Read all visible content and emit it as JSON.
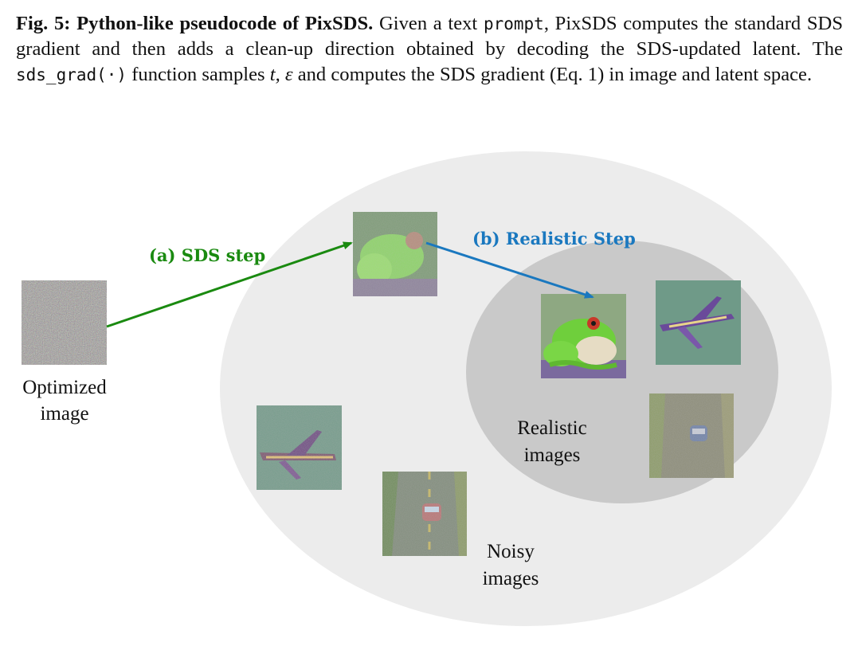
{
  "caption": {
    "fig_label": "Fig. 5:",
    "title": "Python-like pseudocode of PixSDS.",
    "part1": "Given a text",
    "code_prompt": "prompt",
    "part2": ", PixSDS computes the standard SDS gradient and then adds a clean-up direction obtained by decoding the SDS-updated latent. The",
    "code_fn": "sds_grad(·)",
    "part3": "function samples",
    "math_vars": "t, ε",
    "part4": "and computes the SDS gradient (Eq. 1) in image and latent space."
  },
  "figure": {
    "step_a": "(a) SDS step",
    "step_b": "(b) Realistic Step",
    "optimized_line1": "Optimized",
    "optimized_line2": "image",
    "realistic_line1": "Realistic",
    "realistic_line2": "images",
    "noisy_line1": "Noisy",
    "noisy_line2": "images"
  },
  "colors": {
    "outer_region": "#ececec",
    "inner_region": "#c9c9c9",
    "sds_arrow": "#1a8a10",
    "realistic_arrow": "#1a78bf"
  }
}
